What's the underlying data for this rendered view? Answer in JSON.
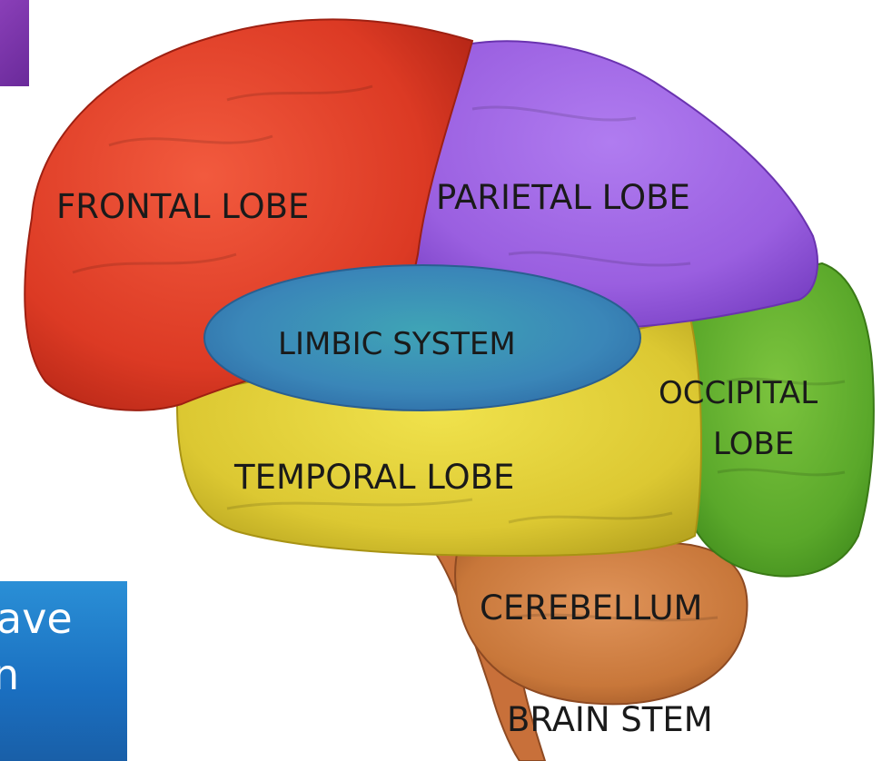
{
  "labels": {
    "frontal": "FRONTAL LOBE",
    "parietal": "PARIETAL LOBE",
    "limbic": "LIMBIC SYSTEM",
    "occipital_line1": "OCCIPITAL",
    "occipital_line2": "LOBE",
    "temporal": "TEMPORAL  LOBE",
    "cerebellum": "CEREBELLUM",
    "brainstem": "BRAIN  STEM"
  },
  "side_text": {
    "line1": "ave",
    "line2": "n"
  },
  "colors": {
    "frontal": "#e0402a",
    "parietal": "#9a5fe0",
    "limbic": "#3a86b8",
    "occipital": "#5aa82a",
    "temporal": "#e0d23a",
    "cerebellum": "#c8773a",
    "brainstem": "#c8703a"
  }
}
